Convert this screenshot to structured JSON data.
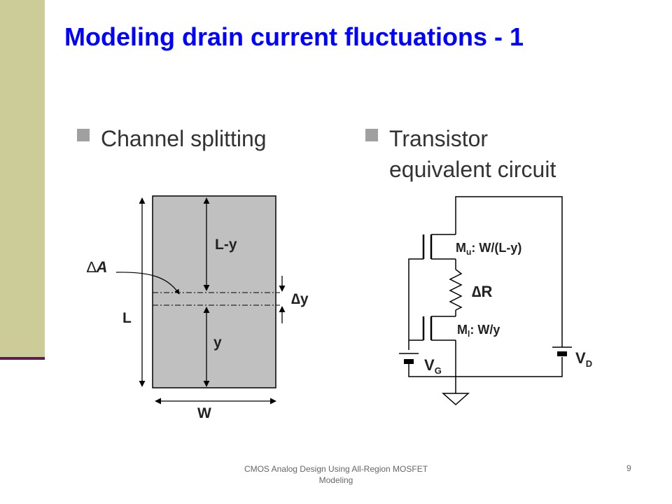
{
  "slide": {
    "title": "Modeling drain current fluctuations - 1",
    "bullets": [
      {
        "lines": [
          "Channel splitting"
        ]
      },
      {
        "lines": [
          "Transistor",
          "equivalent circuit"
        ]
      }
    ],
    "footer": {
      "line1": "CMOS Analog Design Using All-Region MOSFET",
      "line2": "Modeling"
    },
    "page_number": "9"
  },
  "channel_diagram": {
    "label_L_minus_y": "L-y",
    "label_delta_A_symbol": "∆",
    "label_delta_A_var": "A",
    "label_delta_y": "∆y",
    "label_L": "L",
    "label_y": "y",
    "label_W": "W"
  },
  "circuit": {
    "mu_main": "M",
    "mu_sub": "u",
    "mu_rest": ": W/(L-y)",
    "delta_R": "∆R",
    "ml_main": "M",
    "ml_sub": "l",
    "ml_rest": ": W/y",
    "vg_main": "V",
    "vg_sub": "G",
    "vd_main": "V",
    "vd_sub": "D"
  },
  "colors": {
    "sidebar": "#cccc99",
    "sidebar_rule": "#5c1f4d",
    "title": "#0000ff",
    "channel_fill": "#c0c0c0",
    "bullet": "#a0a0a0"
  }
}
